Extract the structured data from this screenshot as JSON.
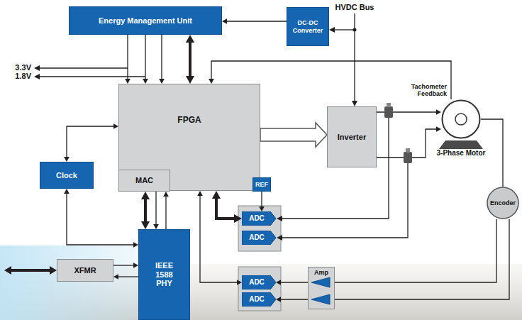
{
  "diagram": {
    "nodes": [
      {
        "text": [
          "Energy Management Unit"
        ]
      },
      {
        "text": [
          "DC-DC Converter"
        ]
      },
      {
        "text": [
          "FPGA"
        ]
      },
      {
        "text": [
          "MAC"
        ],
        "in": 2
      },
      {
        "text": [
          "Inverter"
        ]
      },
      {
        "text": [
          "3-Phase Motor"
        ]
      },
      {
        "text": [
          "Clock"
        ]
      },
      {
        "text": [
          "REF"
        ]
      },
      {
        "text": [
          "ADC"
        ]
      },
      {
        "text": [
          "ADC"
        ]
      },
      {
        "text": [
          "Encoder"
        ]
      },
      {
        "text": [
          "XFMR"
        ]
      },
      {
        "text": [
          "IEEE 1588 PHY"
        ]
      },
      {
        "text": [
          "Amp"
        ]
      },
      {
        "text": [
          "ADC"
        ]
      },
      {
        "text": [
          "ADC"
        ]
      }
    ],
    "edges": [
      {
        "from": 1,
        "to": 0,
        "arrow": "to"
      },
      {
        "from": 0,
        "to": 2,
        "arrow": "to"
      },
      {
        "from": 0,
        "to": 2,
        "arrow": "to"
      },
      {
        "from": 0,
        "to": 2,
        "arrow": "to"
      },
      {
        "from": 0,
        "to": 2,
        "arrow": "both"
      },
      {
        "from": 2,
        "to": 4,
        "arrow": "to"
      },
      {
        "from": 5,
        "to": 2,
        "arrow": "to"
      },
      {
        "from": 4,
        "to": 5,
        "arrow": "to"
      },
      {
        "from": 4,
        "to": 5,
        "arrow": "to"
      },
      {
        "from": 5,
        "to": 10,
        "arrow": "none"
      },
      {
        "from": 2,
        "to": 6,
        "arrow": "both"
      },
      {
        "from": 6,
        "to": 12,
        "arrow": "both"
      },
      {
        "from": 3,
        "to": 12,
        "arrow": "both"
      },
      {
        "from": 3,
        "to": 12,
        "arrow": "to"
      },
      {
        "from": 12,
        "to": 3,
        "arrow": "to"
      },
      {
        "from": 11,
        "to": 12,
        "arrow": "to"
      },
      {
        "from": 12,
        "to": 11,
        "arrow": "to"
      },
      {
        "from": 7,
        "to": 8,
        "arrow": "to"
      },
      {
        "from": 2,
        "to": 8,
        "arrow": "both"
      },
      {
        "from": 2,
        "to": 14,
        "arrow": "both"
      },
      {
        "from": 10,
        "to": 13,
        "arrow": "none"
      },
      {
        "from": 10,
        "to": 13,
        "arrow": "none"
      },
      {
        "from": 13,
        "to": 14,
        "arrow": "to"
      },
      {
        "from": 13,
        "to": 15,
        "arrow": "to"
      }
    ],
    "labels": [
      "HVDC Bus",
      "3.3V",
      "1.8V",
      "Tachometer Feedback"
    ]
  }
}
